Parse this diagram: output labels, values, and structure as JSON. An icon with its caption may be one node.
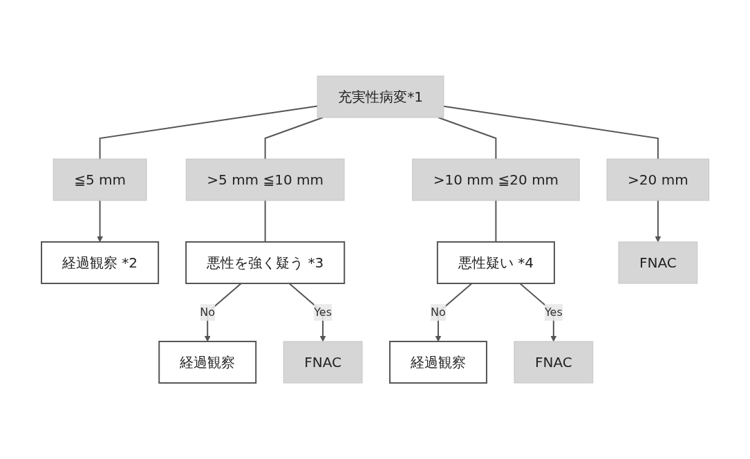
{
  "diagram": {
    "nodes": [
      {
        "text": [
          "充実性病変*1"
        ]
      },
      {
        "text": [
          "≦5 mm"
        ]
      },
      {
        "text": [
          ">5 mm ≦10 mm"
        ]
      },
      {
        "text": [
          ">10 mm ≦20 mm"
        ]
      },
      {
        "text": [
          ">20 mm"
        ]
      },
      {
        "text": [
          "経過観察 *2"
        ]
      },
      {
        "text": [
          "悪性を強く疑う *3"
        ]
      },
      {
        "text": [
          "悪性疑い *4"
        ]
      },
      {
        "text": [
          "FNAC"
        ]
      },
      {
        "text": [
          "経過観察"
        ]
      },
      {
        "text": [
          "FNAC"
        ]
      },
      {
        "text": [
          "経過観察"
        ]
      },
      {
        "text": [
          "FNAC"
        ]
      }
    ],
    "edges": [
      {
        "from": 0,
        "to": 1,
        "arrow": "none"
      },
      {
        "from": 0,
        "to": 2,
        "arrow": "none"
      },
      {
        "from": 0,
        "to": 3,
        "arrow": "none"
      },
      {
        "from": 0,
        "to": 4,
        "arrow": "none"
      },
      {
        "from": 1,
        "to": 5,
        "arrow": "to"
      },
      {
        "from": 2,
        "to": 6,
        "arrow": "none"
      },
      {
        "from": 3,
        "to": 7,
        "arrow": "none"
      },
      {
        "from": 4,
        "to": 8,
        "arrow": "to"
      },
      {
        "from": 6,
        "to": 9,
        "label": "No",
        "arrow": "to"
      },
      {
        "from": 6,
        "to": 10,
        "label": "Yes",
        "arrow": "to"
      },
      {
        "from": 7,
        "to": 11,
        "label": "No",
        "arrow": "to"
      },
      {
        "from": 7,
        "to": 12,
        "label": "Yes",
        "arrow": "to"
      }
    ]
  }
}
